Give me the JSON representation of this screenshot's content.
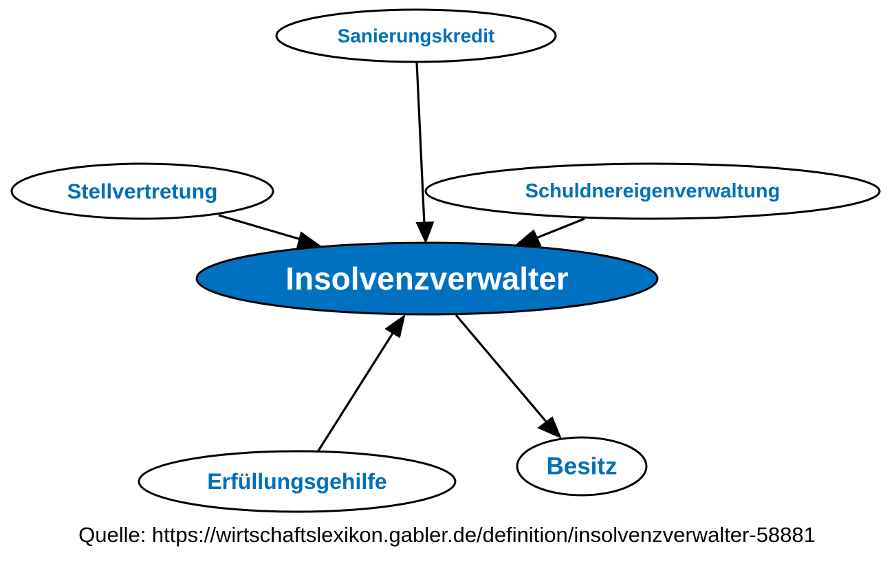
{
  "diagram": {
    "center": {
      "label": "Insolvenzverwalter",
      "fill_color": "#0070c0",
      "text_color": "#ffffff"
    },
    "related_text_color": "#0070b8",
    "nodes": [
      {
        "id": "sanierungskredit",
        "label": "Sanierungskredit",
        "direction": "to_center"
      },
      {
        "id": "stellvertretung",
        "label": "Stellvertretung",
        "direction": "to_center"
      },
      {
        "id": "schuldnereigenverwaltung",
        "label": "Schuldnereigenverwaltung",
        "direction": "to_center"
      },
      {
        "id": "erfuellungsgehilfe",
        "label": "Erfüllungsgehilfe",
        "direction": "to_center"
      },
      {
        "id": "besitz",
        "label": "Besitz",
        "direction": "from_center"
      }
    ]
  },
  "source": {
    "text": "Quelle: https://wirtschaftslexikon.gabler.de/definition/insolvenzverwalter-58881"
  }
}
